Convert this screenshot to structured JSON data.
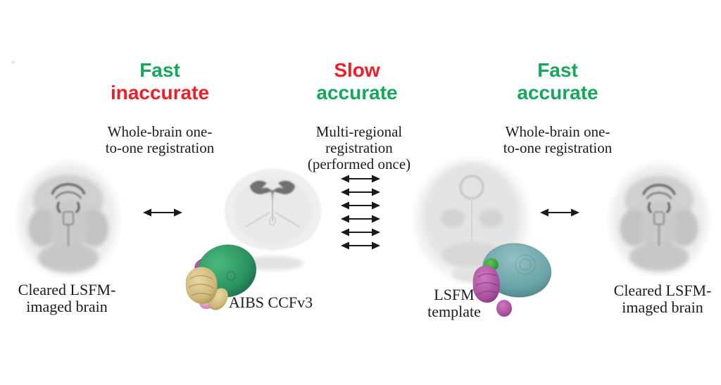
{
  "columns": {
    "left": {
      "header": {
        "line1": "Fast",
        "line2": "inaccurate",
        "line1_color": "#17a75c",
        "line2_color": "#e9212a"
      },
      "method_lines": [
        "Whole-brain one-",
        "to-one registration"
      ]
    },
    "center": {
      "header": {
        "line1": "Slow",
        "line2": "accurate",
        "line1_color": "#e9212a",
        "line2_color": "#17a75c"
      },
      "method_lines": [
        "Multi-regional",
        "registration",
        "(performed once)"
      ]
    },
    "right": {
      "header": {
        "line1": "Fast",
        "line2": "accurate",
        "line1_color": "#17a75c",
        "line2_color": "#17a75c"
      },
      "method_lines": [
        "Whole-brain one-",
        "to-one registration"
      ]
    }
  },
  "brain_labels": {
    "left_cleared": [
      "Cleared LSFM-",
      "imaged brain"
    ],
    "aibs_ccf": "AIBS CCFv3",
    "lsfm_template": [
      "LSFM",
      "template"
    ],
    "right_cleared": [
      "Cleared LSFM-",
      "imaged brain"
    ]
  },
  "arrows": {
    "left_double_arrow_count": 1,
    "center_double_arrow_count": 6,
    "right_double_arrow_count": 1,
    "color": "#1a1a1a"
  },
  "model_colors": {
    "aibs_cerebrum_green": "#2f9c63",
    "aibs_cerebellum_tan": "#d3bf85",
    "aibs_midbrain_magenta": "#b5489c",
    "aibs_ventral_pink": "#dc9ec7",
    "lsfm_cerebrum_teal": "#6fa9ac",
    "lsfm_cerebellum_magenta": "#b260a9",
    "lsfm_colliculus_green": "#3faa3d"
  }
}
